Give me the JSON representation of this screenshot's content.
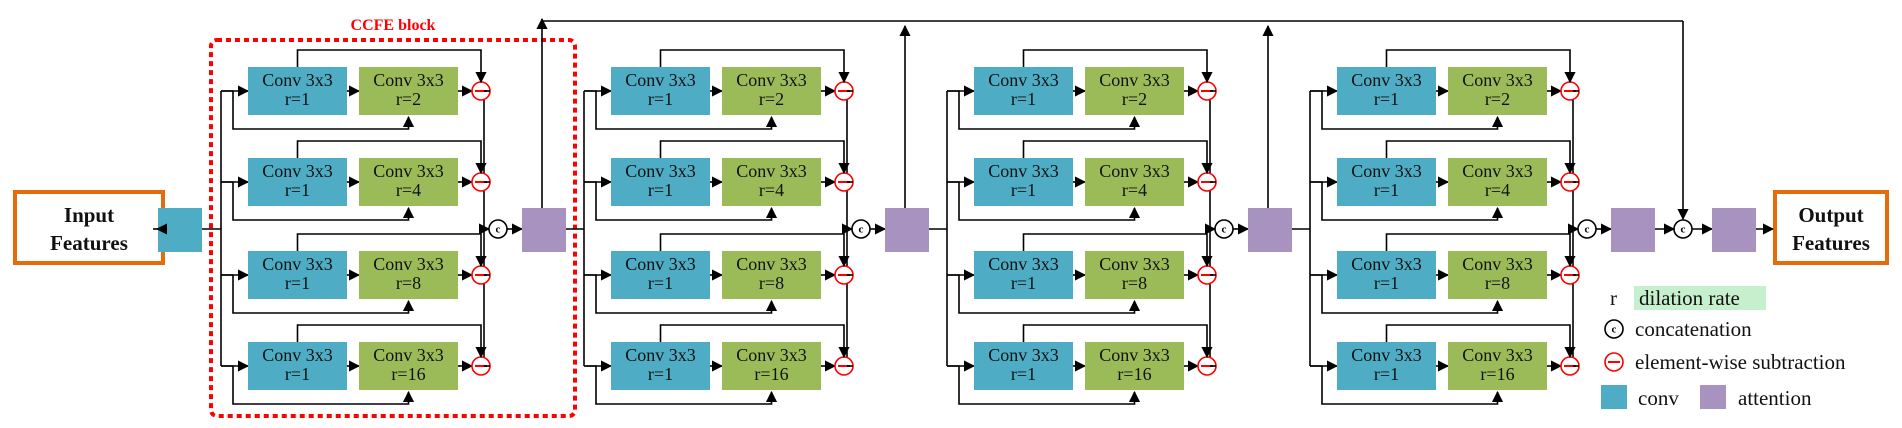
{
  "colors": {
    "conv": "#4eadc4",
    "atrous": "#9bbb59",
    "attention": "#a893c0",
    "io_border": "#e46c0a",
    "block_border": "#ff0000",
    "subtract": "#ff0000",
    "legend_highlight": "#c6efce"
  },
  "block_label": "CCFE block",
  "input_label": [
    "Input",
    "Features"
  ],
  "output_label": [
    "Output",
    "Features"
  ],
  "conv_label": [
    "Conv 3x3",
    "r=1"
  ],
  "dilated_labels": [
    [
      "Conv 3x3",
      "r=2"
    ],
    [
      "Conv 3x3",
      "r=4"
    ],
    [
      "Conv 3x3",
      "r=8"
    ],
    [
      "Conv 3x3",
      "r=16"
    ]
  ],
  "concat_symbol": "c",
  "legend": {
    "r_symbol": "r",
    "dilation_rate": "dilation rate",
    "concatenation": "concatenation",
    "subtraction": "element-wise subtraction",
    "conv": "conv",
    "attention": "attention"
  }
}
